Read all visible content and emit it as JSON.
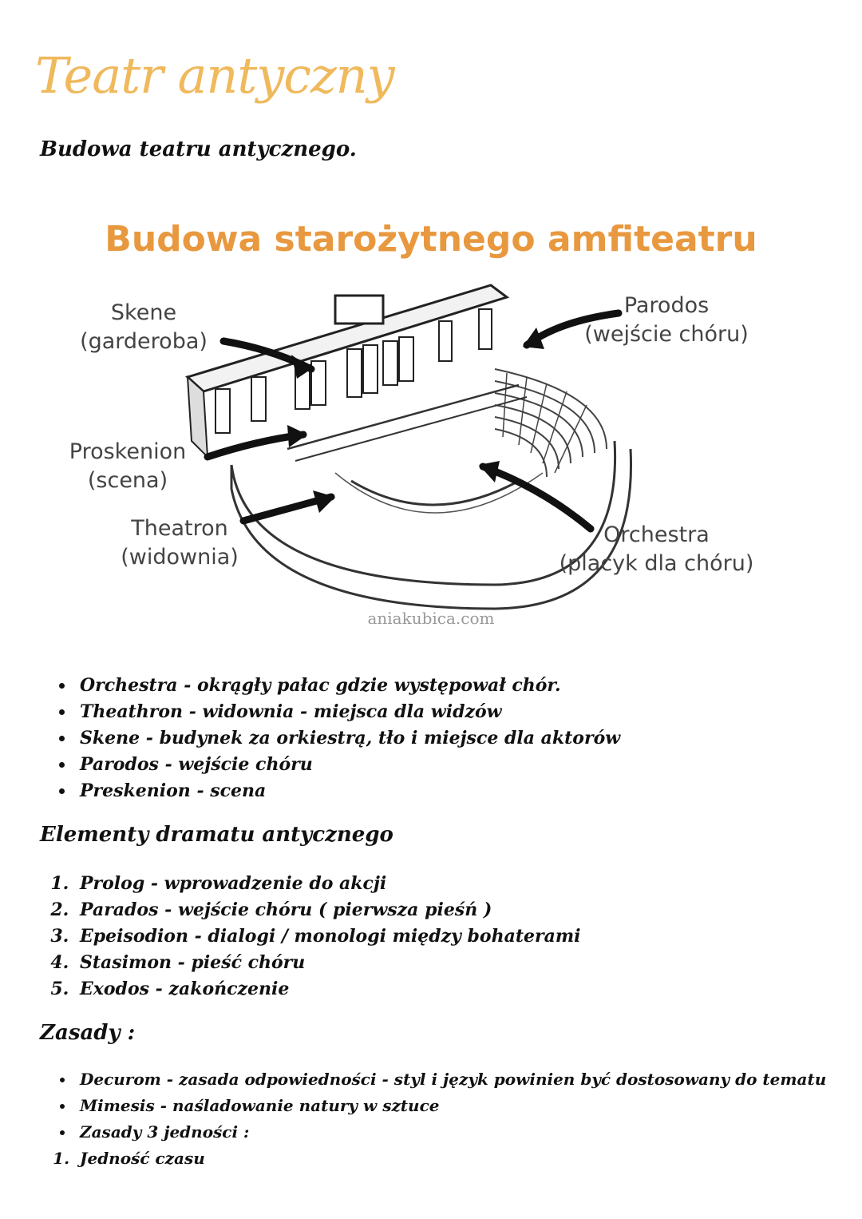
{
  "page": {
    "title": "Teatr antyczny",
    "subtitle": "Budowa teatru antycznego."
  },
  "figure": {
    "title": "Budowa starożytnego amfiteatru",
    "labels": {
      "skene": [
        "Skene",
        "(garderoba)"
      ],
      "parodos": [
        "Parodos",
        "(wejście chóru)"
      ],
      "proskenion": [
        "Proskenion",
        "(scena)"
      ],
      "theatron": [
        "Theatron",
        "(widownia)"
      ],
      "orchestra": [
        "Orchestra",
        "(placyk dla chóru)"
      ]
    },
    "credit": "aniakubica.com"
  },
  "parts_list": [
    "Orchestra - okrągły pałac gdzie występował chór.",
    "Theathron - widownia - miejsca dla widzów",
    "Skene - budynek za orkiestrą, tło i miejsce dla aktorów",
    "Parodos - wejście chóru",
    "Preskenion - scena"
  ],
  "elements_heading": "Elementy dramatu antycznego",
  "elements_list": [
    "Prolog - wprowadzenie do akcji",
    "Parados - wejście chóru ( pierwsza pieśń )",
    "Epeisodion - dialogi / monologi między bohaterami",
    "Stasimon - pieść chóru",
    "Exodos - zakończenie"
  ],
  "rules_heading": "Zasady :",
  "rules_list": [
    "Decurom - zasada odpowiedności - styl i język powinien być dostosowany do tematu",
    "Mimesis - naśladowanie natury w sztuce",
    "Zasady 3 jedności :"
  ],
  "rules_sub_list": [
    "Jedność czasu"
  ]
}
